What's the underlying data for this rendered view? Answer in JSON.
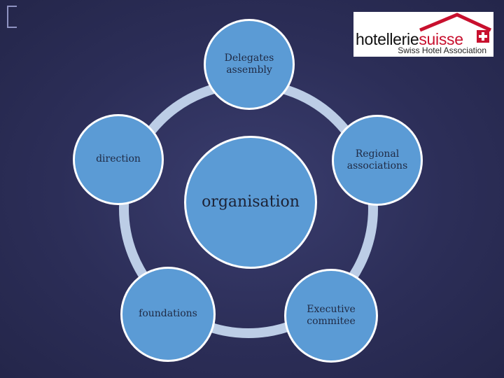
{
  "center": {
    "label": "organisation"
  },
  "nodes": [
    {
      "id": "delegates",
      "label": "Delegates\nassembly"
    },
    {
      "id": "regional",
      "label": "Regional\nassociations"
    },
    {
      "id": "executive",
      "label": "Executive\ncommitee"
    },
    {
      "id": "foundations",
      "label": "foundations"
    },
    {
      "id": "direction",
      "label": "direction"
    }
  ],
  "logo": {
    "name_part1": "hotellerie",
    "name_part2": "suisse",
    "subtitle": "Swiss Hotel Association"
  },
  "colors": {
    "background": "#2c2e58",
    "node_fill": "#5b9bd5",
    "ring": "#bccde6",
    "logo_accent": "#c8102e"
  }
}
